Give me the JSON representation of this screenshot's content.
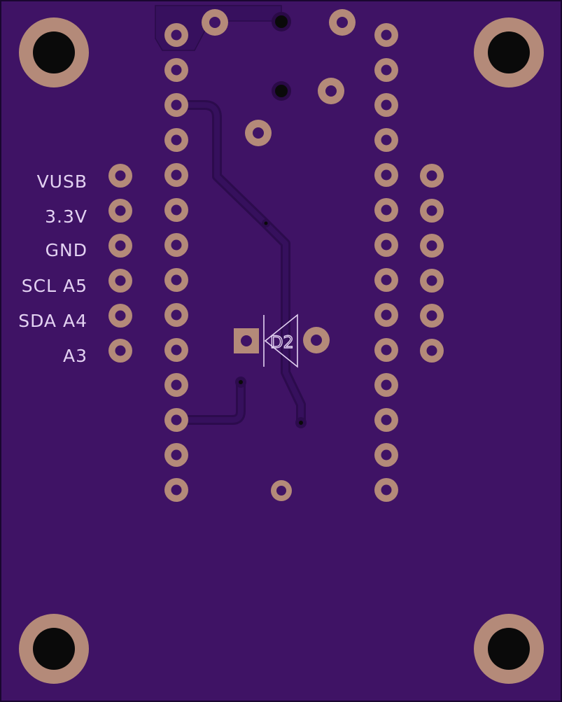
{
  "board": {
    "colors": {
      "substrate": "#3f1365",
      "copper": "#37105e",
      "pad": "#b48a79",
      "hole": "#0a0a0a",
      "silk": "#e3d2f2",
      "edge": "#1a0730"
    }
  },
  "labels": {
    "vusb": "VUSB",
    "v33": "3.3V",
    "gnd": "GND",
    "scl": "SCL A5",
    "sda": "SDA A4",
    "a3": "A3"
  },
  "components": {
    "diode": {
      "ref": "D2"
    }
  }
}
